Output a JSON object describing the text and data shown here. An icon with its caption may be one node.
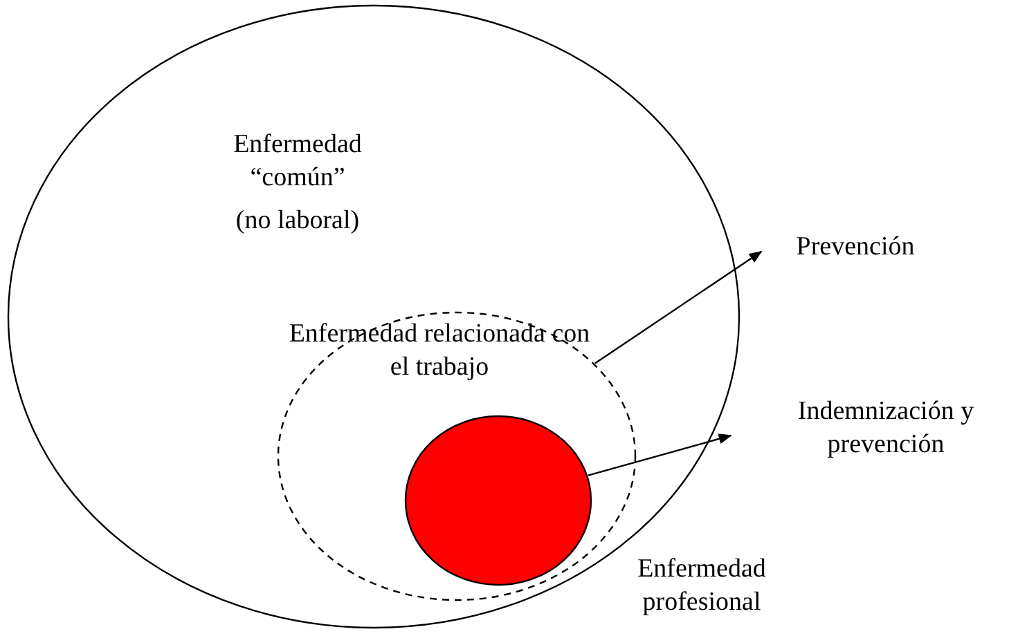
{
  "diagram": {
    "nodes": [
      {
        "text": [
          "Enfermedad “común”",
          "(no laboral)"
        ]
      },
      {
        "text": [
          "Enfermedad relacionada con el trabajo"
        ],
        "in": 0
      },
      {
        "text": [
          "Enfermedad profesional"
        ],
        "in": 1
      },
      {
        "text": [
          "Prevención"
        ]
      },
      {
        "text": [
          "Indemnización y prevención"
        ]
      }
    ],
    "edges": [
      {
        "from": 1,
        "to": 3,
        "arrow": "to"
      },
      {
        "from": 2,
        "to": 4,
        "arrow": "to"
      }
    ]
  }
}
